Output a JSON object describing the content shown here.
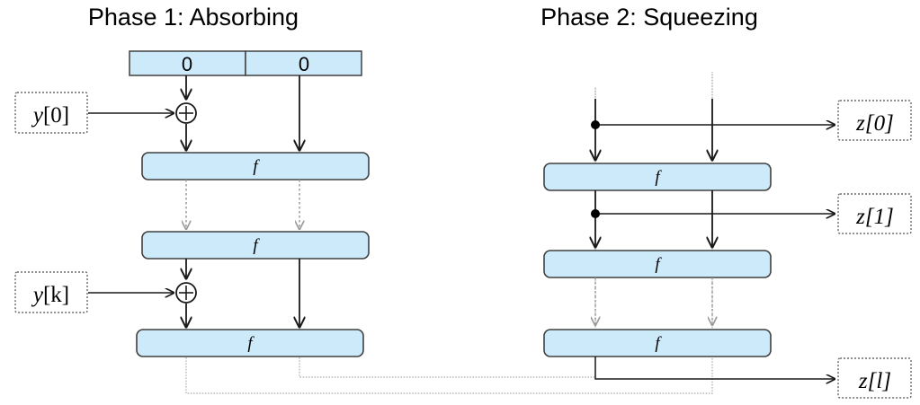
{
  "figure": {
    "type": "sponge-construction-diagram",
    "background": "#ffffff",
    "accent_fill": "#cdeafa",
    "wire_color": "#1a1a1a",
    "feedback_color": "#b9b9b9",
    "dotted_wire_color": "#9b9b9b"
  },
  "phases": [
    {
      "id": "phase1",
      "title": "Phase 1: Absorbing"
    },
    {
      "id": "phase2",
      "title": "Phase 2: Squeezing"
    }
  ],
  "state_bar": {
    "cells": [
      {
        "value": "0"
      },
      {
        "value": "0"
      }
    ]
  },
  "phase1": {
    "function_blocks": [
      {
        "label": "f"
      },
      {
        "label": "f"
      },
      {
        "label": "f"
      }
    ],
    "inputs": [
      {
        "var": "y",
        "index": "[0]"
      },
      {
        "var": "y",
        "index": "[k]"
      }
    ],
    "xor_symbol": "+"
  },
  "phase2": {
    "function_blocks": [
      {
        "label": "f"
      },
      {
        "label": "f"
      },
      {
        "label": "f"
      }
    ],
    "outputs": [
      {
        "var": "z",
        "index": "[0]"
      },
      {
        "var": "z",
        "index": "[1]"
      },
      {
        "var": "z",
        "index": "[l]"
      }
    ]
  }
}
